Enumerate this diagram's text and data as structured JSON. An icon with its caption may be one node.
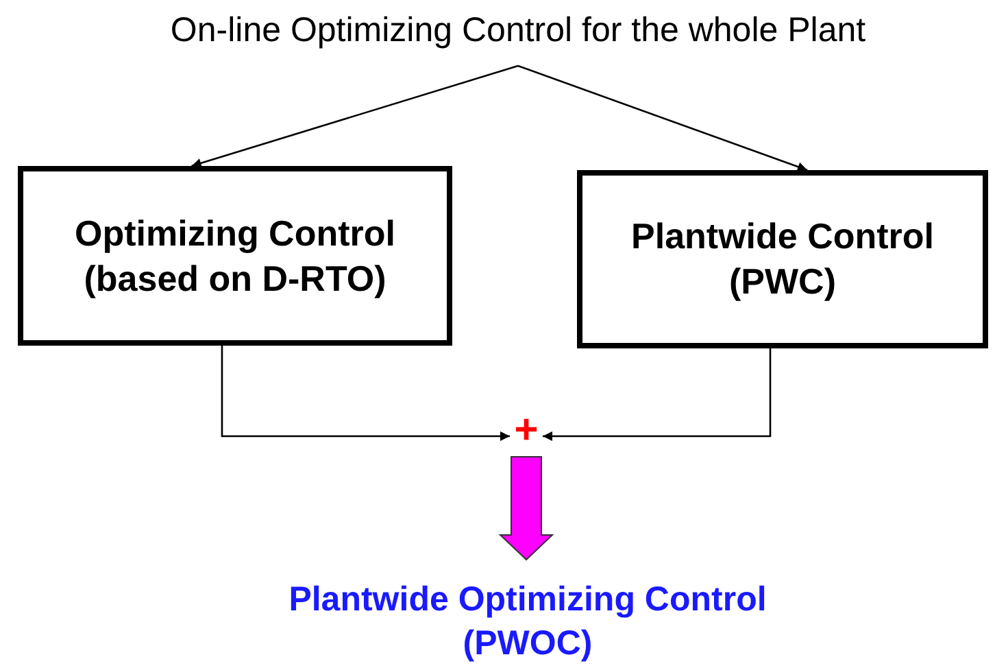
{
  "diagram": {
    "nodes": [
      {
        "text": [
          "On-line Optimizing Control for the whole Plant"
        ]
      },
      {
        "text": [
          "Optimizing Control (based on D-RTO)"
        ]
      },
      {
        "text": [
          "Plantwide Control (PWC)"
        ]
      },
      {
        "text": [
          "+"
        ]
      },
      {
        "text": [
          "Plantwide Optimizing Control (PWOC)"
        ]
      }
    ],
    "edges": [
      {
        "from": 0,
        "to": 1,
        "arrow": "to"
      },
      {
        "from": 0,
        "to": 2,
        "arrow": "to"
      },
      {
        "from": 1,
        "to": 3,
        "arrow": "to"
      },
      {
        "from": 2,
        "to": 3,
        "arrow": "to"
      },
      {
        "from": 3,
        "to": 4,
        "arrow": "to",
        "style": "thick",
        "color": "#ff00ff"
      }
    ]
  }
}
